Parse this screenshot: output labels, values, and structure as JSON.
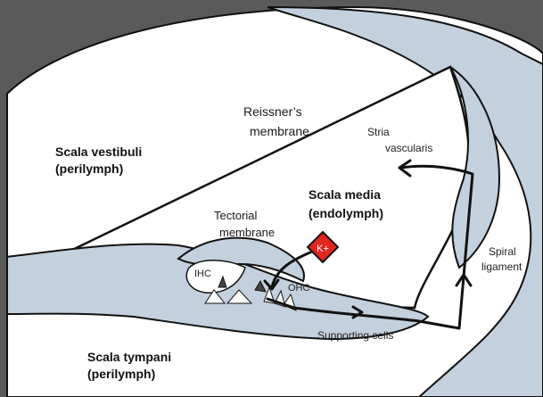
{
  "labels": {
    "scala_vestibuli_line1": "Scala vestibuli",
    "scala_vestibuli_line2": "(perilymph)",
    "reissners_line1": "Reissner’s",
    "reissners_line2": "membrane",
    "stria_line1": "Stria",
    "stria_line2": "vascularis",
    "scala_media_line1": "Scala media",
    "scala_media_line2": "(endolymph)",
    "tectorial_line1": "Tectorial",
    "tectorial_line2": "membrane",
    "k_plus": "K+",
    "spiral_line1": "Spiral",
    "spiral_line2": "ligament",
    "ihc": "IHC",
    "ohc": "OHC",
    "supporting_cells": "Supporting cells",
    "scala_tympani_line1": "Scala tympani",
    "scala_tympani_line2": "(perilymph)"
  },
  "colors": {
    "frame": "#5a5a5a",
    "tissue": "#c3d0de",
    "fluid": "#ffffff",
    "outline": "#111111",
    "k_marker": "#e0261f"
  }
}
